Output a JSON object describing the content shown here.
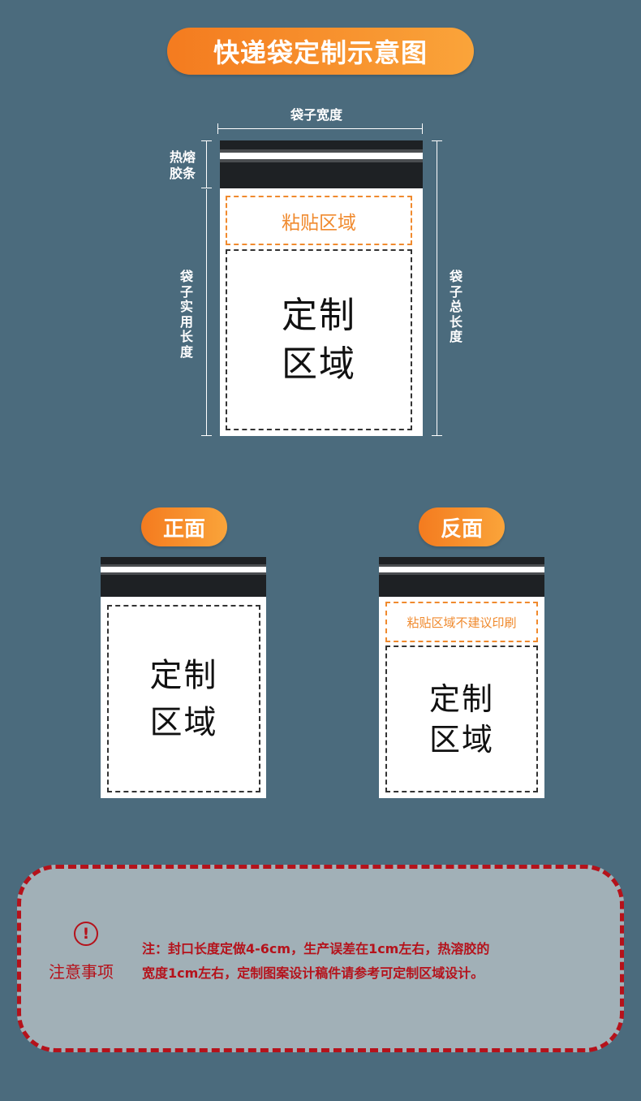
{
  "header": {
    "title": "快递袋定制示意图"
  },
  "diagram": {
    "width_label": "袋子宽度",
    "seal_label": "热熔胶条",
    "usable_length_label": "袋子实用长度",
    "total_length_label": "袋子总长度",
    "adhesive_label": "粘贴区域",
    "custom_zone_label": "定制区域"
  },
  "front": {
    "title": "正面",
    "custom_zone_label": "定制区域"
  },
  "back": {
    "title": "反面",
    "adhesive_label": "粘贴区域不建议印刷",
    "custom_zone_label": "定制区域"
  },
  "notice": {
    "icon_symbol": "!",
    "title": "注意事项",
    "line1": "注：封口长度定做4-6cm，生产误差在1cm左右，热溶胶的",
    "line2": "宽度1cm左右，定制图案设计稿件请参考可定制区域设计。"
  },
  "colors": {
    "background": "#4b6b7d",
    "accent_orange": "#f47b1f",
    "notice_red": "#b5121b",
    "notice_bg": "#a1b0b7"
  }
}
